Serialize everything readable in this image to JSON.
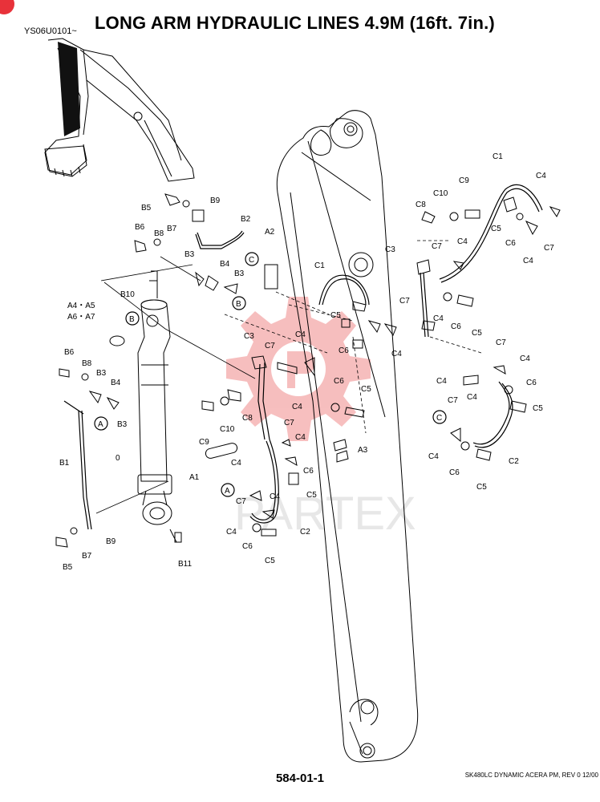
{
  "header": {
    "serial": "YS06U0101~",
    "title": "LONG ARM HYDRAULIC LINES 4.9M (16ft. 7in.)"
  },
  "footer": {
    "page_number": "584-01-1",
    "manual_ref": "SK480LC DYNAMIC ACERA PM, REV 0 12/00"
  },
  "watermark": {
    "text": "PARTEX",
    "color": "#f4a9a9"
  },
  "accent_color": "#e8323a",
  "callouts": {
    "b5_top": "B5",
    "b9_top": "B9",
    "b7_top": "B7",
    "b2": "B2",
    "b6_top": "B6",
    "b8_top": "B8",
    "b3_top": "B3",
    "b4_top": "B4",
    "b3_mid": "B3",
    "b10": "B10",
    "a4a5": "A4・A5",
    "a6a7": "A6・A7",
    "b6_low": "B6",
    "b8_low": "B8",
    "b3_low": "B3",
    "b4_low": "B4",
    "b3_low2": "B3",
    "b1": "B1",
    "zero": "0",
    "b9_low": "B9",
    "b7_low": "B7",
    "b5_low": "B5",
    "b11": "B11",
    "a1": "A1",
    "a2": "A2",
    "c1_mid": "C1",
    "c3_mid": "C3",
    "c7_mid": "C7",
    "c4_mid1": "C4",
    "c5_mid": "C5",
    "c6_mid": "C6",
    "c7_mid2": "C7",
    "c4_mid2": "C4",
    "c4_mid3": "C4",
    "c6_mid2": "C6",
    "c5_mid2": "C5",
    "c8_mid": "C8",
    "c10_mid": "C10",
    "c9_mid": "C9",
    "c7_mid3": "C7",
    "c4_mid4": "C4",
    "c4_mid5": "C4",
    "c6_mid3": "C6",
    "c5_mid3": "C5",
    "a3": "A3",
    "c7_low": "C7",
    "c4_low": "C4",
    "c4_low2": "C4",
    "c6_low": "C6",
    "c2_low": "C2",
    "c5_low": "C5",
    "c1_top": "C1",
    "c9_top": "C9",
    "c10_top": "C10",
    "c8_top": "C8",
    "c4_top": "C4",
    "c5_top": "C5",
    "c6_top": "C6",
    "c4_top2": "C4",
    "c7_top": "C7",
    "c3_right": "C3",
    "c7_right": "C7",
    "c4_right": "C4",
    "c4_right2": "C4",
    "c6_right": "C6",
    "c5_right": "C5",
    "c7_right2": "C7",
    "c4_right3": "C4",
    "c4_right4": "C4",
    "c6_right2": "C6",
    "c5_right2": "C5",
    "c7_right3": "C7",
    "c4_right5": "C4",
    "c4_right6": "C4",
    "c6_right3": "C6",
    "c2_right": "C2",
    "c5_right3": "C5"
  },
  "section_markers": {
    "a_left": "A",
    "b_top": "B",
    "b_cyl": "B",
    "c_top": "C",
    "a_mid": "A",
    "c_right": "C"
  }
}
